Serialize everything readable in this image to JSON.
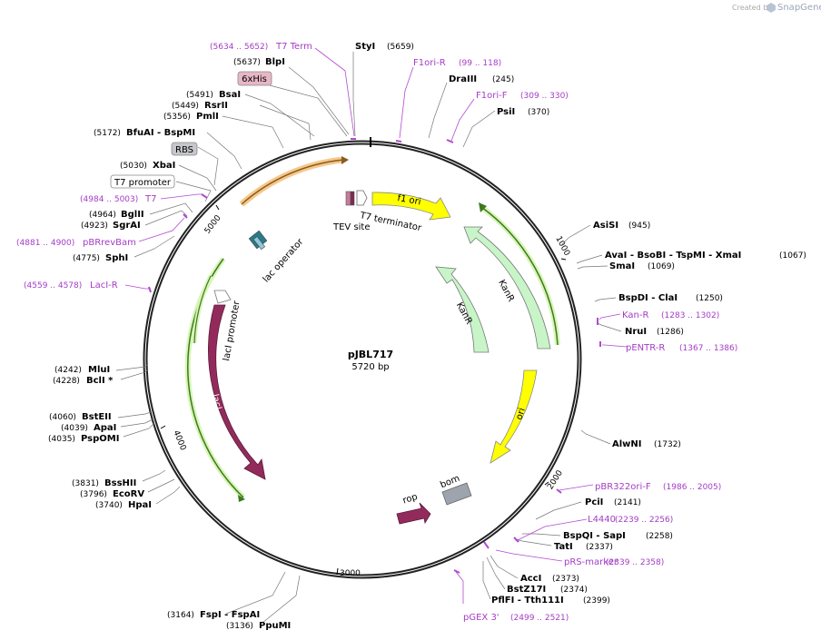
{
  "header": {
    "credit": "Created by",
    "brand": "SnapGene"
  },
  "plasmid": {
    "name": "pJBL717",
    "size": "5720 bp",
    "ticks": [
      "1000",
      "2000",
      "3000",
      "4000",
      "5000"
    ]
  },
  "features": {
    "f1_ori": "f1 ori",
    "kanr_outer": "KanR",
    "kanr_inner": "KanR",
    "ori": "ori",
    "laci": "lacI",
    "laci_promoter": "lacI promoter",
    "lac_operator": "lac operator",
    "t7_terminator": "T7 terminator",
    "tev_site": "TEV site",
    "rop": "rop",
    "bom": "bom"
  },
  "sites": [
    {
      "pos": "(5659)",
      "name": "StyI"
    },
    {
      "pos": "(5637)",
      "name": "BlpI"
    },
    {
      "pos": "(5491)",
      "name": "BsaI"
    },
    {
      "pos": "(5449)",
      "name": "RsrII"
    },
    {
      "pos": "(5356)",
      "name": "PmlI"
    },
    {
      "pos": "(5172)",
      "name": "BfuAI  - BspMI"
    },
    {
      "pos": "(5030)",
      "name": "XbaI"
    },
    {
      "pos": "(4964)",
      "name": "BglII"
    },
    {
      "pos": "(4923)",
      "name": "SgrAI"
    },
    {
      "pos": "(4775)",
      "name": "SphI"
    },
    {
      "pos": "(4242)",
      "name": "MluI"
    },
    {
      "pos": "(4228)",
      "name": "BclI *"
    },
    {
      "pos": "(4060)",
      "name": "BstEII"
    },
    {
      "pos": "(4039)",
      "name": "ApaI"
    },
    {
      "pos": "(4035)",
      "name": "PspOMI"
    },
    {
      "pos": "(3831)",
      "name": "BssHII"
    },
    {
      "pos": "(3796)",
      "name": "EcoRV"
    },
    {
      "pos": "(3740)",
      "name": "HpaI"
    },
    {
      "pos": "(3164)",
      "name": "FspI  - FspAI"
    },
    {
      "pos": "(3136)",
      "name": "PpuMI"
    },
    {
      "pos": "(245)",
      "name": "DraIII"
    },
    {
      "pos": "(370)",
      "name": "PsiI"
    },
    {
      "pos": "(945)",
      "name": "AsiSI"
    },
    {
      "pos": "(1067)",
      "name": "AvaI  - BsoBI  - TspMI  - XmaI"
    },
    {
      "pos": "(1069)",
      "name": "SmaI"
    },
    {
      "pos": "(1250)",
      "name": "BspDI  - ClaI"
    },
    {
      "pos": "(1286)",
      "name": "NruI"
    },
    {
      "pos": "(1732)",
      "name": "AlwNI"
    },
    {
      "pos": "(2141)",
      "name": "PciI"
    },
    {
      "pos": "(2258)",
      "name": "BspQI  - SapI"
    },
    {
      "pos": "(2337)",
      "name": "TatI"
    },
    {
      "pos": "(2373)",
      "name": "AccI"
    },
    {
      "pos": "(2374)",
      "name": "BstZ17I"
    },
    {
      "pos": "(2399)",
      "name": "PflFI  - Tth111I"
    }
  ],
  "primers": [
    {
      "range": "(5634 .. 5652)",
      "name": "T7 Term"
    },
    {
      "range": "(99 .. 118)",
      "name": "F1ori-R"
    },
    {
      "range": "(309 .. 330)",
      "name": "F1ori-F"
    },
    {
      "range": "(4984 .. 5003)",
      "name": "T7"
    },
    {
      "range": "(4881 .. 4900)",
      "name": "pBRrevBam"
    },
    {
      "range": "(4559 .. 4578)",
      "name": "LacI-R"
    },
    {
      "range": "(1283 .. 1302)",
      "name": "Kan-R"
    },
    {
      "range": "(1367 .. 1386)",
      "name": "pENTR-R"
    },
    {
      "range": "(1986 .. 2005)",
      "name": "pBR322ori-F"
    },
    {
      "range": "(2239 .. 2256)",
      "name": "L4440"
    },
    {
      "range": "(2339 .. 2358)",
      "name": "pRS-marker"
    },
    {
      "range": "(2499 .. 2521)",
      "name": "pGEX 3'"
    }
  ],
  "boxed": {
    "his": "6xHis",
    "rbs": "RBS",
    "t7_promoter": "T7 promoter"
  }
}
